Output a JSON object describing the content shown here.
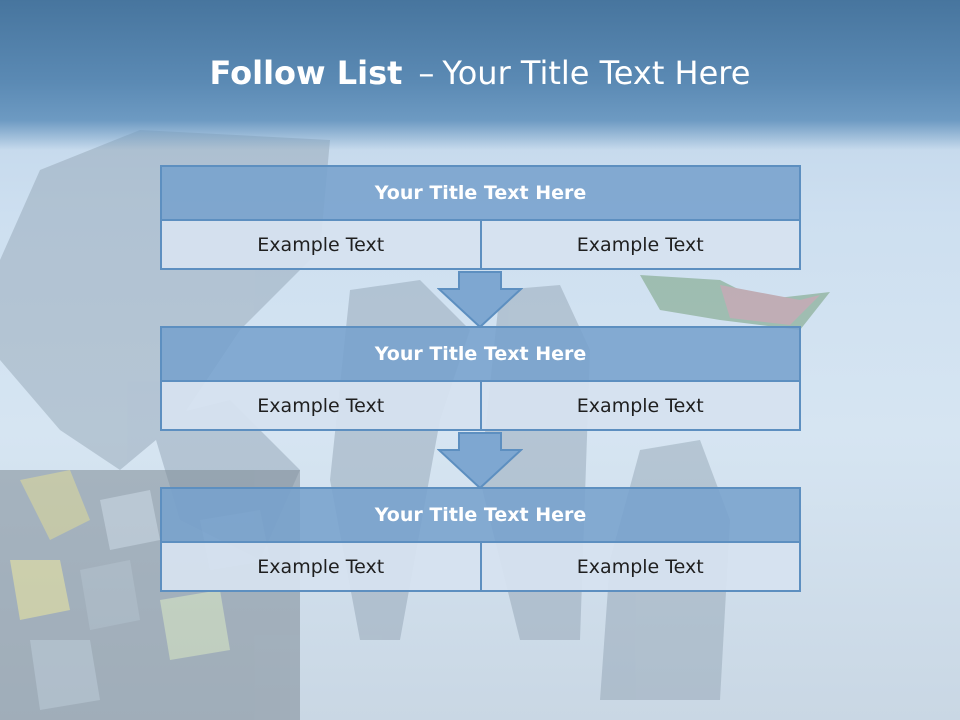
{
  "slide": {
    "title_bold": "Follow List",
    "title_dash": "–",
    "title_rest": "Your Title Text Here"
  },
  "blocks": [
    {
      "title": "Your Title Text Here",
      "cells": [
        "Example Text",
        "Example Text"
      ]
    },
    {
      "title": "Your Title Text Here",
      "cells": [
        "Example Text",
        "Example Text"
      ]
    },
    {
      "title": "Your Title Text Here",
      "cells": [
        "Example Text",
        "Example Text"
      ]
    }
  ],
  "colors": {
    "header": "#5b8ab4",
    "block_title_fill": "#78a2cd",
    "block_border": "#5d8fc0",
    "cell_fill": "#d6e2f0",
    "arrow_fill": "#7ea7d1"
  }
}
